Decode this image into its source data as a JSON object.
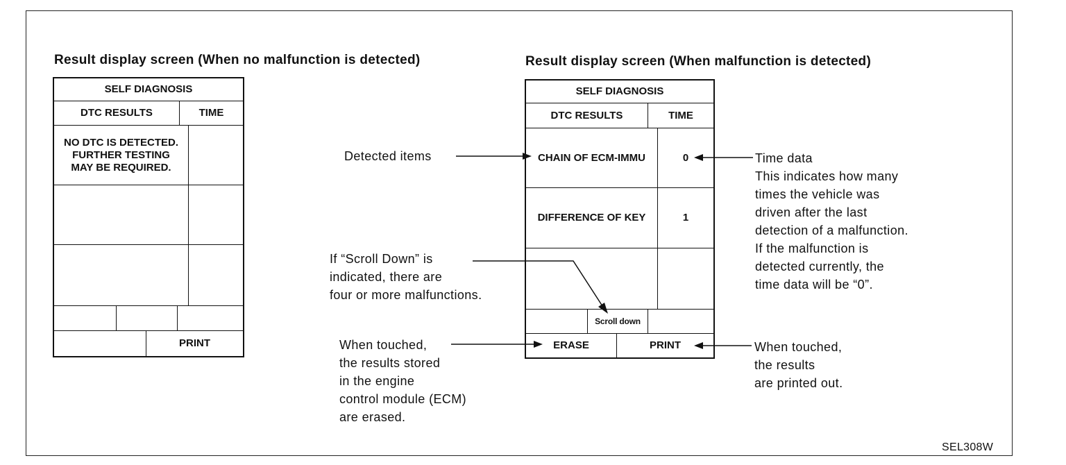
{
  "left_panel": {
    "heading": "Result display screen (When no malfunction is detected)",
    "screen": {
      "title": "SELF DIAGNOSIS",
      "col_dtc": "DTC RESULTS",
      "col_time": "TIME",
      "message_lines": [
        "NO DTC IS DETECTED.",
        "FURTHER TESTING",
        "MAY BE REQUIRED."
      ],
      "print_label": "PRINT"
    }
  },
  "right_panel": {
    "heading": "Result display screen (When malfunction is detected)",
    "screen": {
      "title": "SELF DIAGNOSIS",
      "col_dtc": "DTC RESULTS",
      "col_time": "TIME",
      "rows": [
        {
          "item": "CHAIN OF ECM-IMMU",
          "time": "0"
        },
        {
          "item": "DIFFERENCE OF KEY",
          "time": "1"
        }
      ],
      "scroll_label": "Scroll down",
      "erase_label": "ERASE",
      "print_label": "PRINT"
    }
  },
  "callouts": {
    "detected_items": "Detected items",
    "time_data_lines": [
      "Time data",
      "This indicates how many",
      "times the vehicle was",
      "driven after the last",
      "detection of a malfunction.",
      "If the malfunction is",
      "detected currently, the",
      "time data will be “0”."
    ],
    "scroll_lines": [
      "If “Scroll Down” is",
      "indicated, there are",
      "four or more malfunctions."
    ],
    "erase_lines": [
      "When touched,",
      "the results stored",
      "in the engine",
      "control module (ECM)",
      "are erased."
    ],
    "print_lines": [
      "When touched,",
      "the results",
      "are printed out."
    ]
  },
  "figure_code": "SEL308W"
}
